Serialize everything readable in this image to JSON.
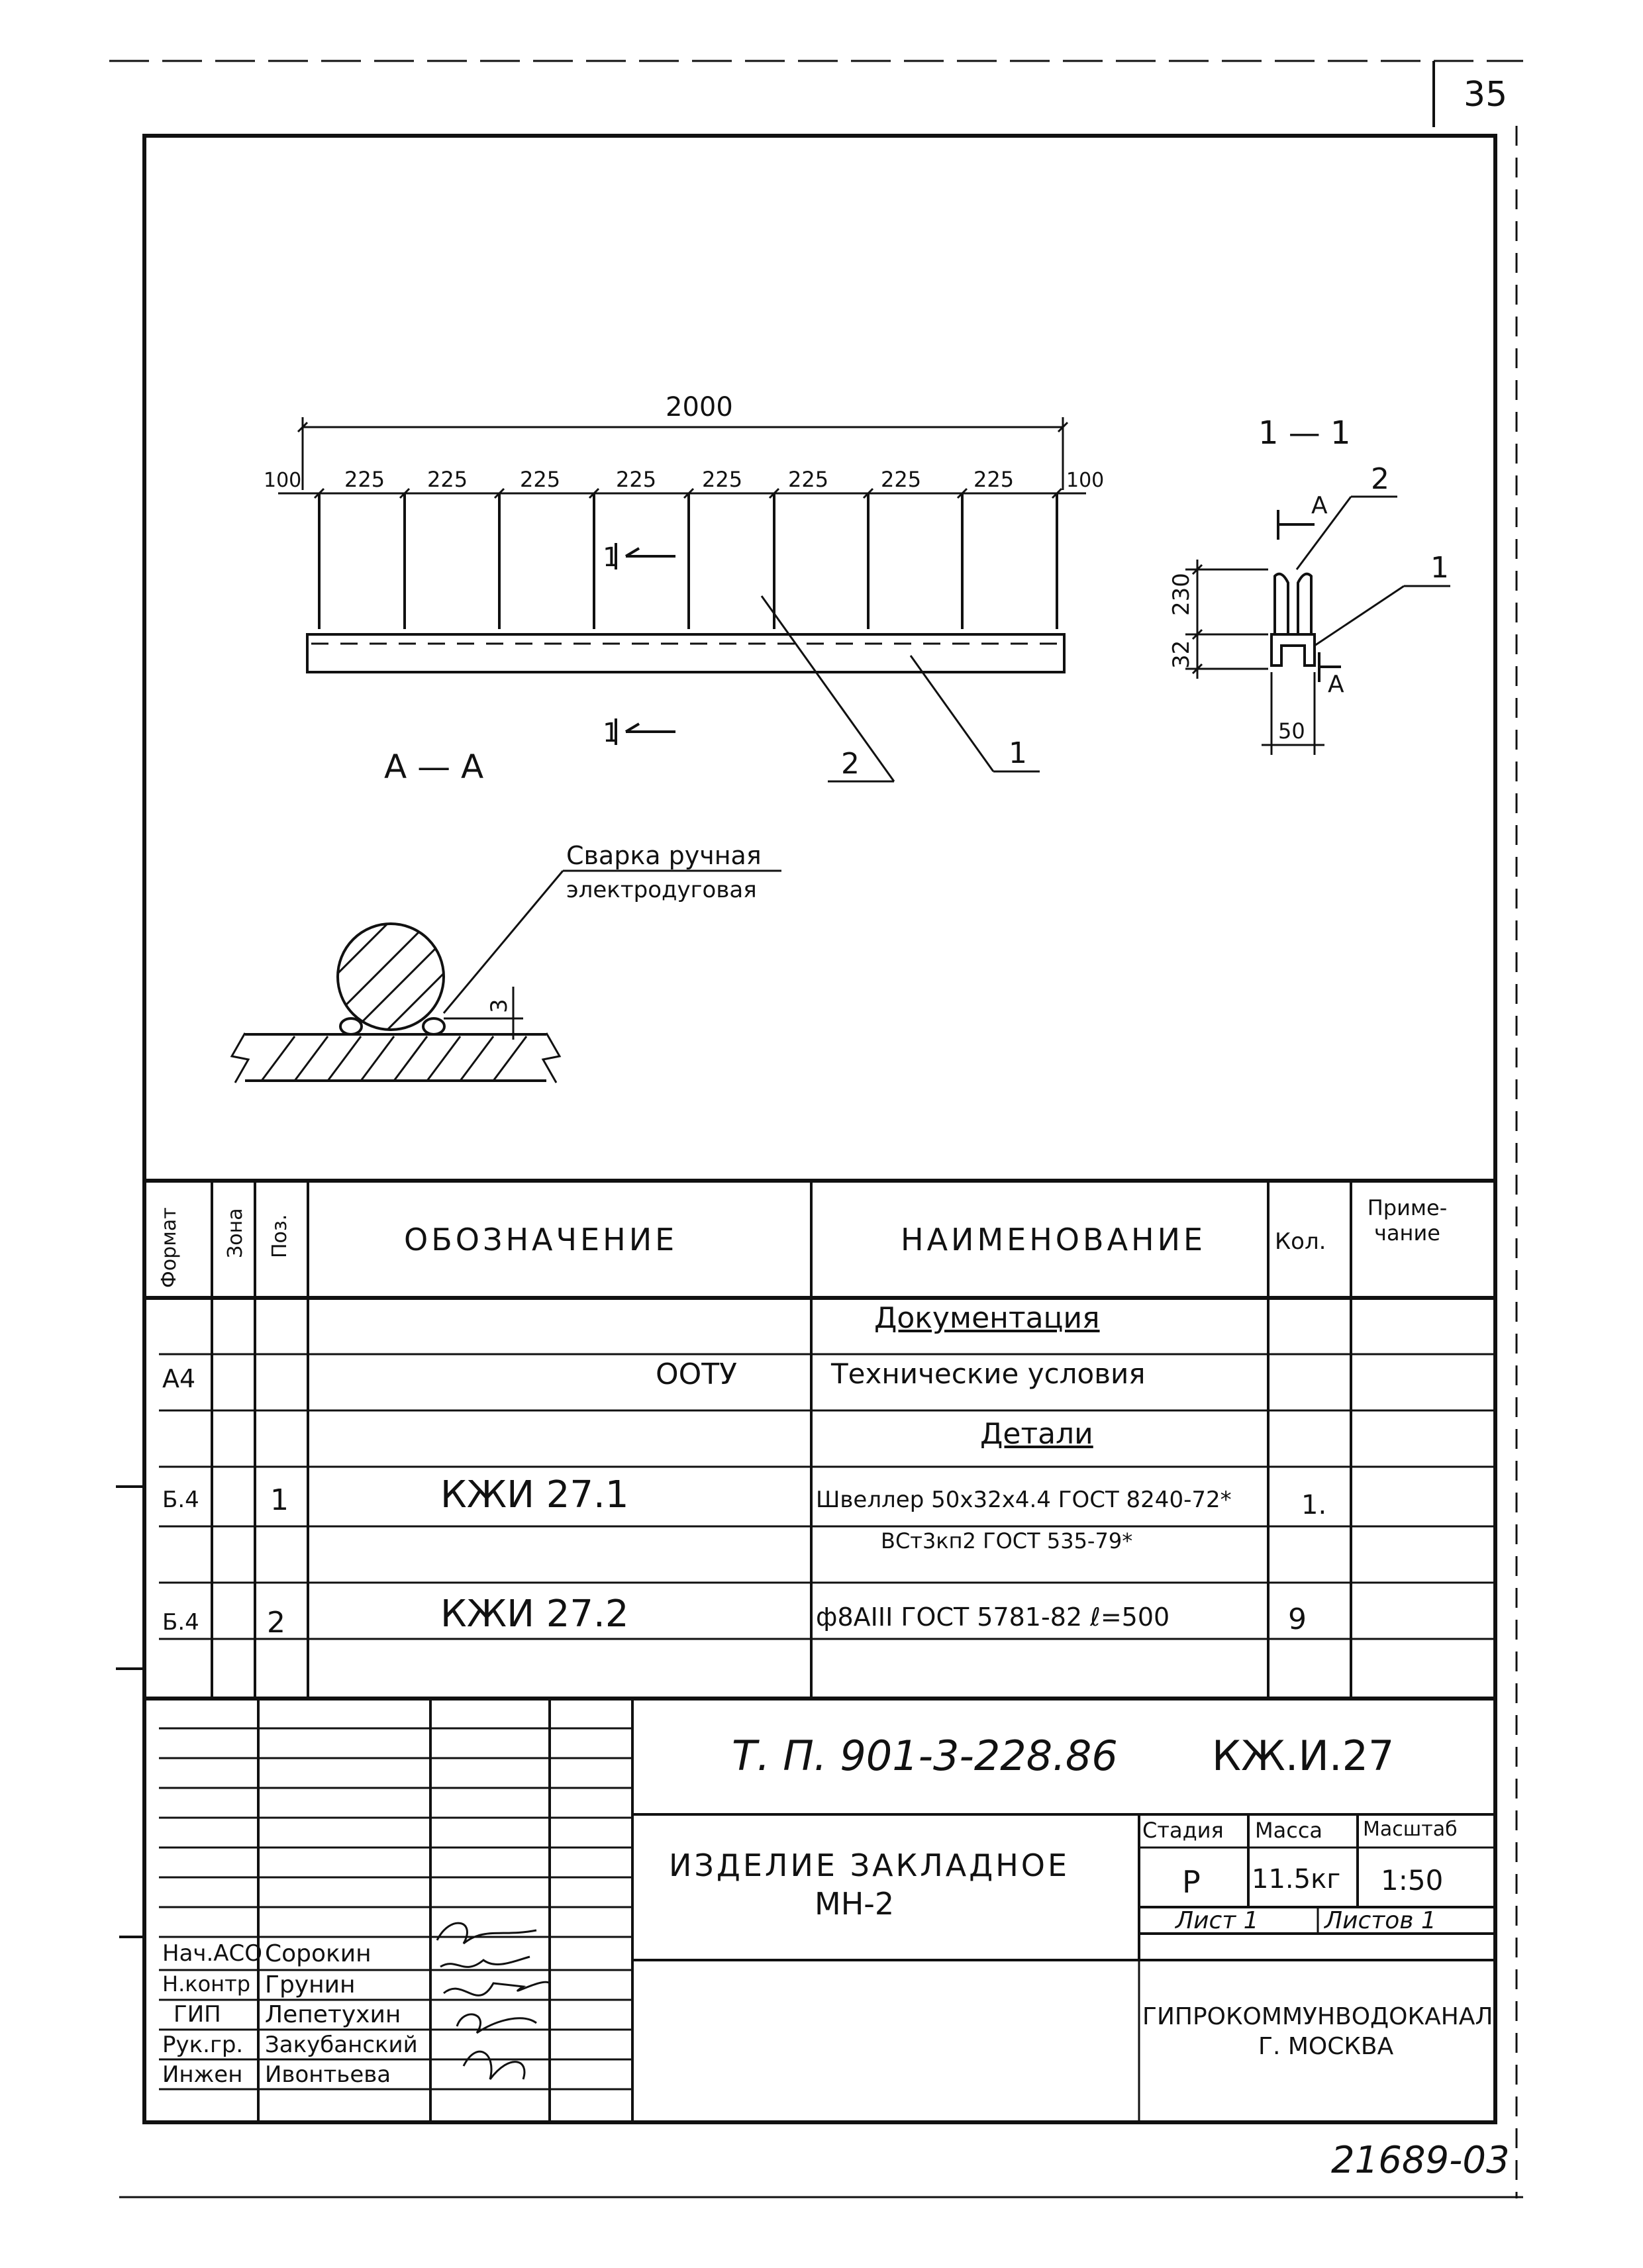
{
  "page_number": "35",
  "bottom_code": "21689-03",
  "drawing": {
    "overall_dim": "2000",
    "edge_dim": "100",
    "spacing_dim": "225",
    "section_cut_label": "1",
    "view_label": "А — А",
    "leader_1": "1",
    "leader_2": "2",
    "section_title": "1 — 1",
    "section_dim_height": "230",
    "section_dim_flange": "32",
    "section_dim_width": "50",
    "view_marker": "А",
    "weld_note_1": "Сварка ручная",
    "weld_note_2": "электродуговая",
    "weld_dim": "3"
  },
  "spec": {
    "headers": {
      "format": "Формат",
      "zone": "Зона",
      "pos": "Поз.",
      "designation": "Обозначение",
      "name": "Наименование",
      "qty": "Кол.",
      "note": "Приме- чание"
    },
    "rows": [
      {
        "format": "",
        "pos": "",
        "designation": "",
        "name": "Документация",
        "qty": ""
      },
      {
        "format": "А4",
        "pos": "",
        "designation": "ООТУ",
        "name": "Технические условия",
        "qty": ""
      },
      {
        "format": "",
        "pos": "",
        "designation": "",
        "name": "Детали",
        "qty": ""
      },
      {
        "format": "Б.4",
        "pos": "1",
        "designation": "КЖИ 27.1",
        "name": "Швеллер 50x32x4.4 ГОСТ 8240-72*",
        "qty": "1."
      },
      {
        "format": "",
        "pos": "",
        "designation": "",
        "name": "ВСт3кп2 ГОСТ 535-79*",
        "qty": ""
      },
      {
        "format": "Б.4",
        "pos": "2",
        "designation": "КЖИ 27.2",
        "name": "ф8АIII ГОСТ 5781-82 ℓ=500",
        "qty": "9"
      }
    ]
  },
  "title_block": {
    "project": "Т. П. 901-3-228.86",
    "code": "КЖ.И.27",
    "item_title_1": "Изделие закладное",
    "item_title_2": "МН-2",
    "stage_label": "Стадия",
    "mass_label": "Масса",
    "scale_label": "Масштаб",
    "stage": "Р",
    "mass": "11.5кг",
    "scale": "1:50",
    "sheet": "Лист 1",
    "sheets": "Листов 1",
    "org_1": "Гипрокоммунводоканал",
    "org_2": "г. Москва",
    "staff": [
      {
        "role": "Нач.АСО",
        "name": "Сорокин"
      },
      {
        "role": "Н.контр",
        "name": "Грунин"
      },
      {
        "role": "ГИП",
        "name": "Лепетухин"
      },
      {
        "role": "Рук.гр.",
        "name": "Закубанский"
      },
      {
        "role": "Инжен",
        "name": "Ивонтьева"
      }
    ]
  }
}
